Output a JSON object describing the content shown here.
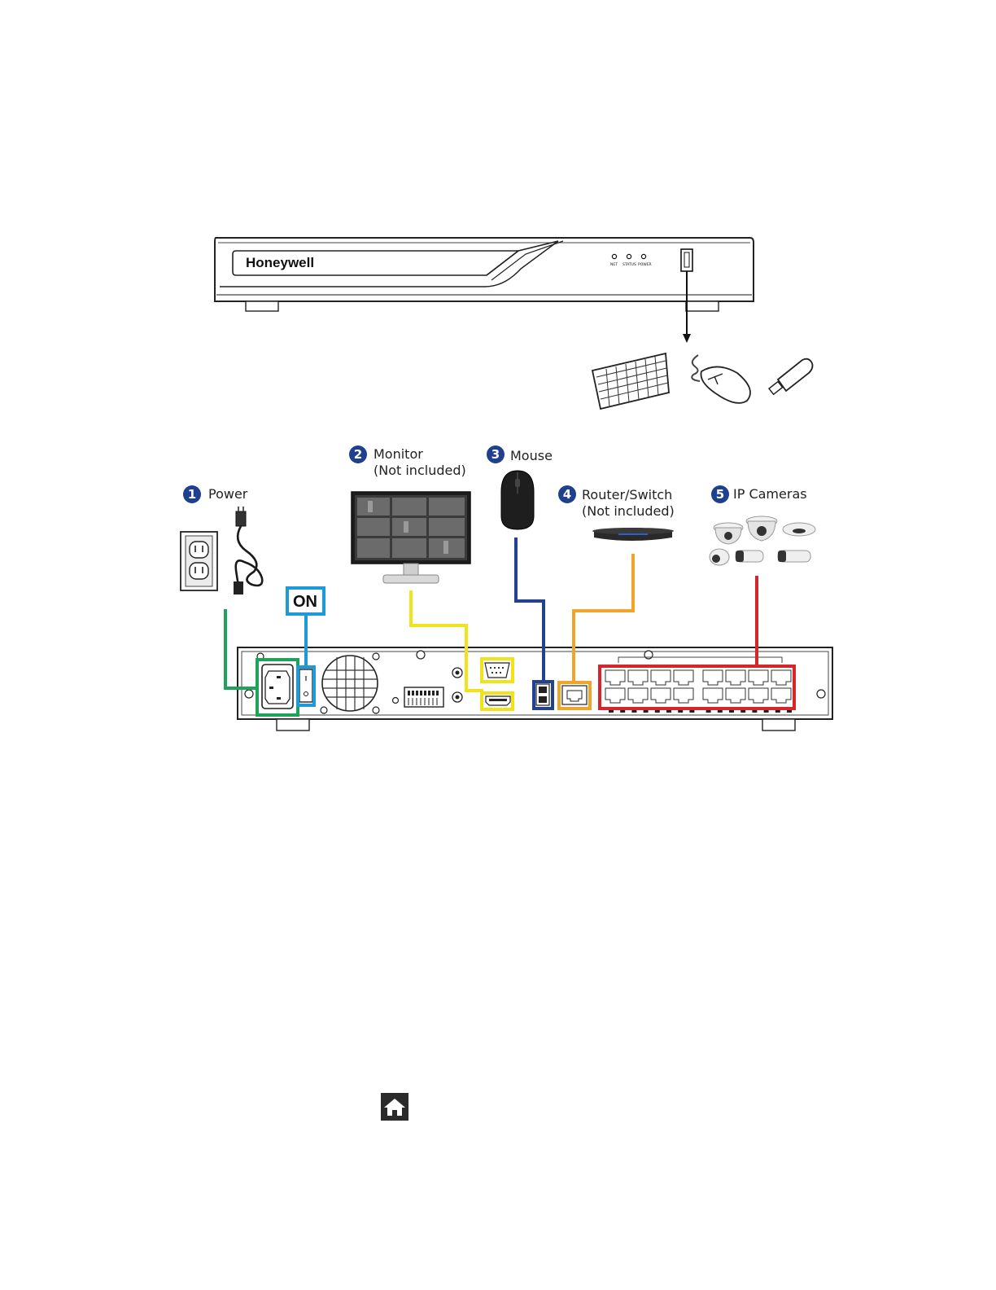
{
  "front_panel": {
    "brand": "Honeywell",
    "led_labels": [
      "NET",
      "STATUS",
      "POWER"
    ]
  },
  "steps": [
    {
      "number": "1",
      "label": "Power",
      "sublabel": ""
    },
    {
      "number": "2",
      "label": "Monitor",
      "sublabel": "(Not included)"
    },
    {
      "number": "3",
      "label": "Mouse",
      "sublabel": ""
    },
    {
      "number": "4",
      "label": "Router/Switch",
      "sublabel": "(Not included)"
    },
    {
      "number": "5",
      "label": "IP Cameras",
      "sublabel": ""
    }
  ],
  "power_switch": {
    "label": "ON"
  },
  "colors": {
    "power": "#1fa35a",
    "switch": "#1e9ad6",
    "monitor": "#f2e21a",
    "mouse": "#24418f",
    "router": "#f0a52a",
    "cameras": "#d6262c",
    "badge": "#1f3f8f"
  },
  "icons": {
    "front_accessories": [
      "keyboard-icon",
      "mouse-icon",
      "usb-drive-icon"
    ],
    "home": "home-icon"
  }
}
